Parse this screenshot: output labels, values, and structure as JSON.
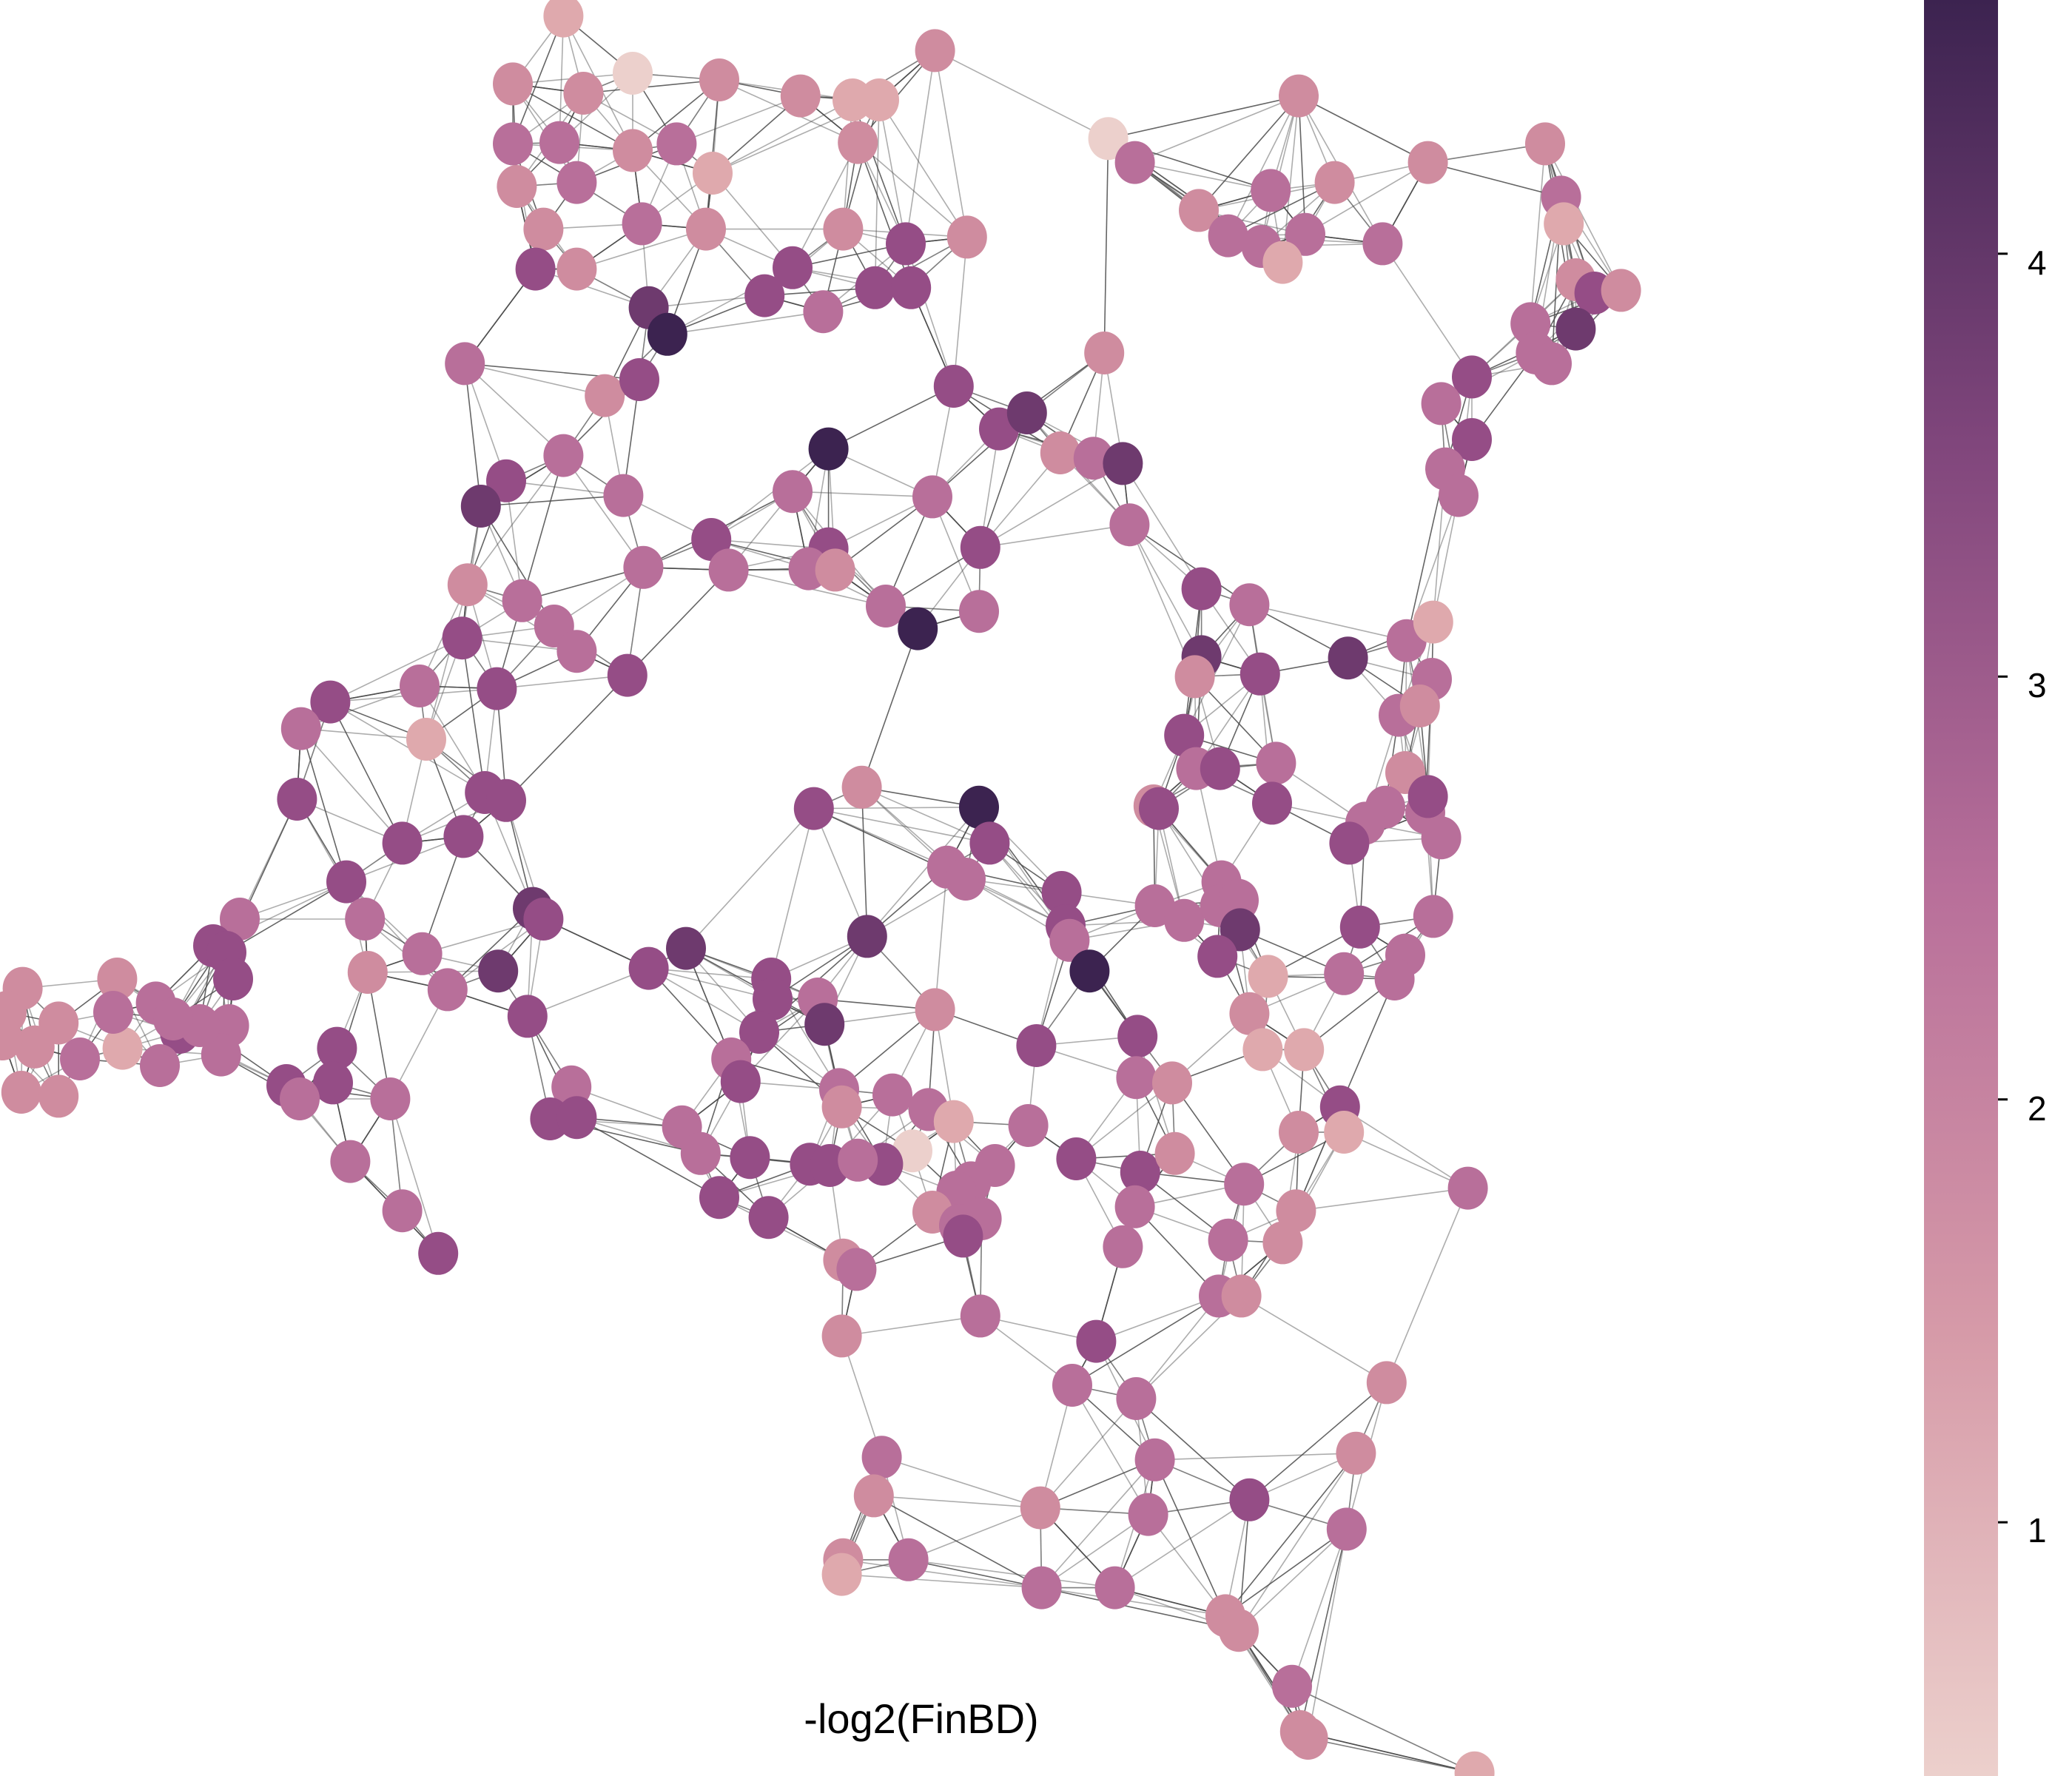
{
  "title": "-log2(FinBD)",
  "colorbar": {
    "label_ticks": [
      "1",
      "2",
      "3",
      "4"
    ],
    "tick_values": [
      1,
      2,
      3,
      4
    ],
    "range": [
      0.4,
      4.6
    ],
    "colors": {
      "low": "#ecd0cc",
      "mid": "#b86f9a",
      "high": "#3c2350"
    }
  },
  "edge_color": "#4a4a4a",
  "node_palette": {
    "v0": "#ecd0cc",
    "v1": "#dfa9ad",
    "v2": "#cf8c9f",
    "v3": "#b86f9a",
    "v4": "#954d86",
    "v5": "#6e3a6e",
    "v6": "#3c2350"
  }
}
